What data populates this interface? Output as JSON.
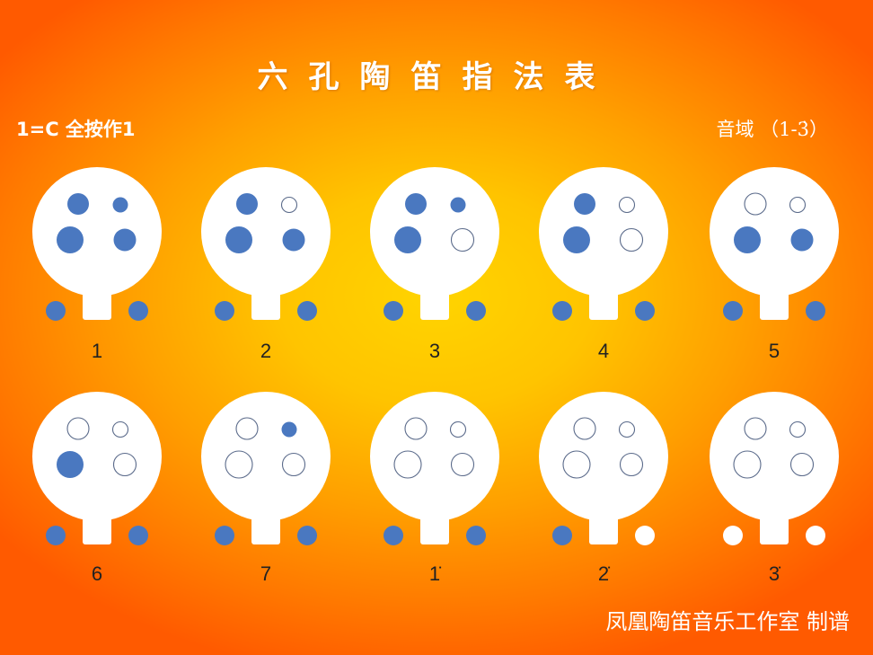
{
  "title": "六孔陶笛指法表",
  "key_label": "1=C 全按作1",
  "range_label": "音域 （1-3̇）",
  "credit": "凤凰陶笛音乐工作室 制谱",
  "colors": {
    "closed": "#4a78c0",
    "open": "#ffffff",
    "body": "#ffffff",
    "outline": "#5a6a8a"
  },
  "holes_order": [
    "top-left",
    "top-right-small",
    "middle-left",
    "middle-right",
    "thumb-left",
    "thumb-right"
  ],
  "fingerings": [
    {
      "note": "1",
      "holes": [
        "closed",
        "closed",
        "closed",
        "closed",
        "closed",
        "closed"
      ]
    },
    {
      "note": "2",
      "holes": [
        "closed",
        "open",
        "closed",
        "closed",
        "closed",
        "closed"
      ]
    },
    {
      "note": "3",
      "holes": [
        "closed",
        "closed",
        "closed",
        "open",
        "closed",
        "closed"
      ]
    },
    {
      "note": "4",
      "holes": [
        "closed",
        "open",
        "closed",
        "open",
        "closed",
        "closed"
      ]
    },
    {
      "note": "5",
      "holes": [
        "open",
        "open",
        "closed",
        "closed",
        "closed",
        "closed"
      ]
    },
    {
      "note": "6",
      "holes": [
        "open",
        "open",
        "closed",
        "open",
        "closed",
        "closed"
      ]
    },
    {
      "note": "7",
      "holes": [
        "open",
        "closed",
        "open",
        "open",
        "closed",
        "closed"
      ]
    },
    {
      "note": "1̇",
      "holes": [
        "open",
        "open",
        "open",
        "open",
        "closed",
        "closed"
      ]
    },
    {
      "note": "2̇",
      "holes": [
        "open",
        "open",
        "open",
        "open",
        "closed",
        "open"
      ]
    },
    {
      "note": "3̇",
      "holes": [
        "open",
        "open",
        "open",
        "open",
        "open",
        "open"
      ]
    }
  ]
}
